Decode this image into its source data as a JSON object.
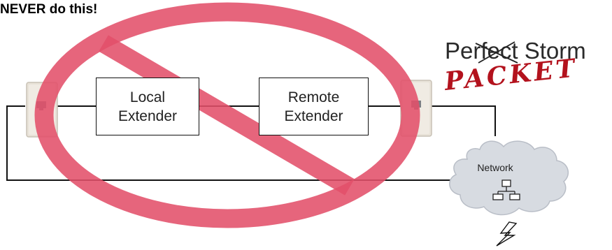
{
  "warning": "NEVER do this!",
  "local_extender": {
    "line1": "Local",
    "line2": "Extender"
  },
  "remote_extender": {
    "line1": "Remote",
    "line2": "Extender"
  },
  "network": {
    "label": "Network"
  },
  "logo": {
    "text_perf": "Per",
    "text_fect": "fect",
    "text_storm": " Storm",
    "packet": "PACKET"
  },
  "colors": {
    "prohibition": "#e2506a",
    "packet": "#b3121d",
    "cloud": "#d7dbe1",
    "wall_plate": "#e8e2d8"
  },
  "icons": [
    "wall-jack-icon",
    "network-topology-icon",
    "lightning-bolt-icon",
    "prohibition-sign-icon"
  ]
}
